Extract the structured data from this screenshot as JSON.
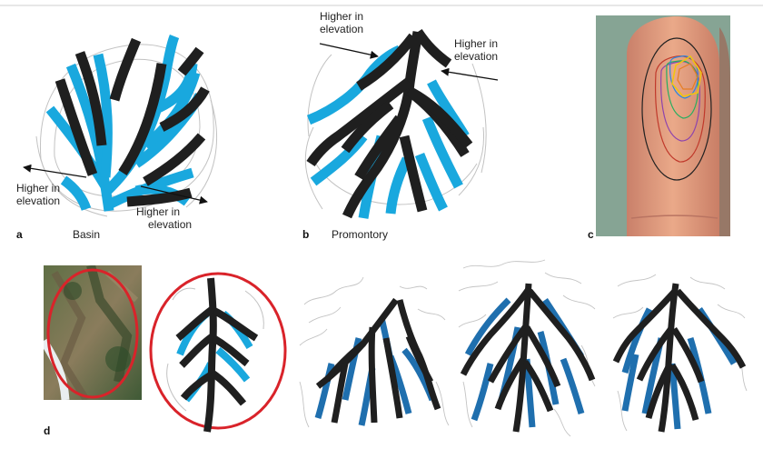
{
  "figure": {
    "panels": {
      "a": {
        "letter": "a",
        "caption": "Basin",
        "arrow_left": "Higher in elevation",
        "arrow_right": "Higher in elevation"
      },
      "b": {
        "letter": "b",
        "caption": "Promontory",
        "arrow_top_left": "Higher in elevation",
        "arrow_top_right": "Higher in elevation"
      },
      "c": {
        "letter": "c"
      },
      "d": {
        "letter": "d"
      }
    },
    "colors": {
      "ridge_black": "#1f1f1f",
      "valley_blue_light": "#19a8de",
      "valley_blue_dark": "#1f6fae",
      "contour_gray": "#b8b8b8",
      "highlight_red": "#d9232a",
      "skin": "#e9a07e",
      "photo_bg": "#7d9a8a"
    }
  }
}
